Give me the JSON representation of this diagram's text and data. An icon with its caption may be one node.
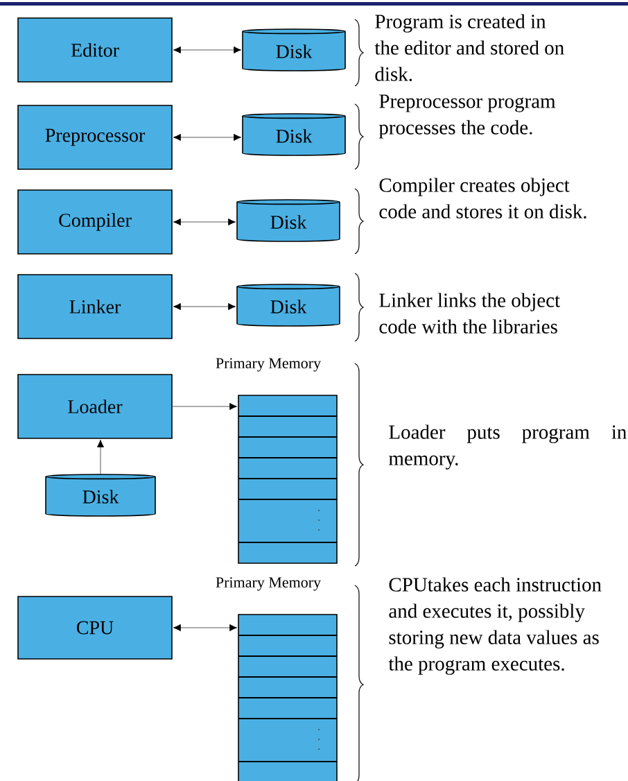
{
  "diagram": {
    "nodes": [
      {
        "text": [
          "Editor"
        ]
      },
      {
        "text": [
          "Disk"
        ]
      },
      {
        "text": [
          "Preprocessor"
        ]
      },
      {
        "text": [
          "Disk"
        ]
      },
      {
        "text": [
          "Compiler"
        ]
      },
      {
        "text": [
          "Disk"
        ]
      },
      {
        "text": [
          "Linker"
        ]
      },
      {
        "text": [
          "Disk"
        ]
      },
      {
        "text": [
          "Loader"
        ]
      },
      {
        "text": [
          "Primary Memory"
        ]
      },
      {
        "text": [
          "Disk"
        ]
      },
      {
        "text": [
          "CPU"
        ]
      },
      {
        "text": [
          "Primary Memory"
        ]
      }
    ],
    "edges": [
      {
        "from": 0,
        "to": 1,
        "arrow": "both"
      },
      {
        "from": 2,
        "to": 3,
        "arrow": "both"
      },
      {
        "from": 4,
        "to": 5,
        "arrow": "both"
      },
      {
        "from": 6,
        "to": 7,
        "arrow": "both"
      },
      {
        "from": 8,
        "to": 9,
        "arrow": "to"
      },
      {
        "from": 10,
        "to": 8,
        "arrow": "to"
      },
      {
        "from": 11,
        "to": 12,
        "arrow": "both"
      }
    ],
    "labels": [
      "Program is created in the editor and stored on disk.",
      "Preprocessor program processes the code.",
      "Compiler creates object code and stores it on disk.",
      "Linker links the object code with the libraries",
      "Loader puts program in memory.",
      "CPUtakes each instruction and executes it, possibly storing new data values as the program executes."
    ]
  }
}
